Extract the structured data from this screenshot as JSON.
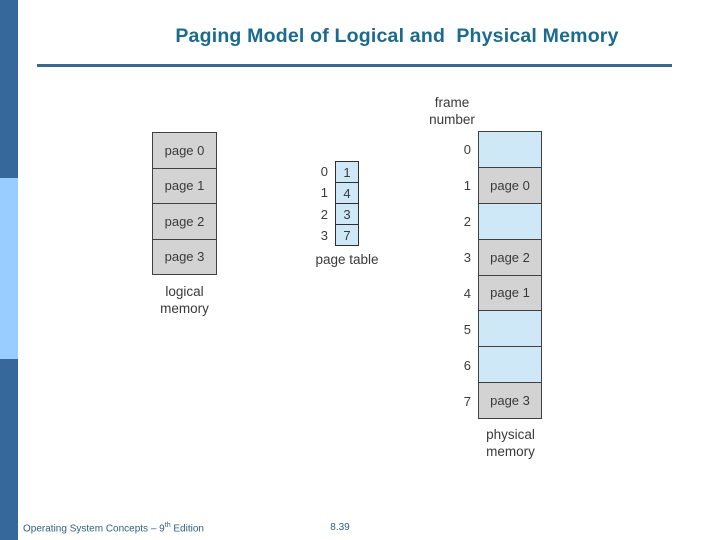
{
  "title": "Paging Model of Logical and  Physical Memory",
  "colors": {
    "title_text": "#1A6B8E",
    "title_rule": "#3C688E",
    "sidebar_blue": "#36689B",
    "sidebar_light_blue": "#99CCFF",
    "cell_gray": "#D3D3D3",
    "cell_blue": "#CFE8F8",
    "cell_border": "#404040",
    "figure_text": "#3A3A3A",
    "footer_text": "#2F5F7D"
  },
  "figure": {
    "logical_memory": {
      "cells": [
        "page 0",
        "page 1",
        "page 2",
        "page 3"
      ],
      "caption_lines": [
        "logical",
        "memory"
      ]
    },
    "page_table": {
      "caption": "page table",
      "rows": [
        {
          "index": "0",
          "value": "1"
        },
        {
          "index": "1",
          "value": "4"
        },
        {
          "index": "2",
          "value": "3"
        },
        {
          "index": "3",
          "value": "7"
        }
      ]
    },
    "physical_memory": {
      "header_lines": [
        "frame",
        "number"
      ],
      "caption_lines": [
        "physical",
        "memory"
      ],
      "frames": [
        {
          "index": "0",
          "label": "",
          "type": "free"
        },
        {
          "index": "1",
          "label": "page 0",
          "type": "used"
        },
        {
          "index": "2",
          "label": "",
          "type": "free"
        },
        {
          "index": "3",
          "label": "page 2",
          "type": "used"
        },
        {
          "index": "4",
          "label": "page 1",
          "type": "used"
        },
        {
          "index": "5",
          "label": "",
          "type": "free"
        },
        {
          "index": "6",
          "label": "",
          "type": "free"
        },
        {
          "index": "7",
          "label": "page 3",
          "type": "used"
        }
      ]
    }
  },
  "footer": {
    "book_prefix": "Operating System Concepts – 9",
    "edition_sup": "th",
    "edition_rest": " Edition",
    "page": "8.39"
  }
}
